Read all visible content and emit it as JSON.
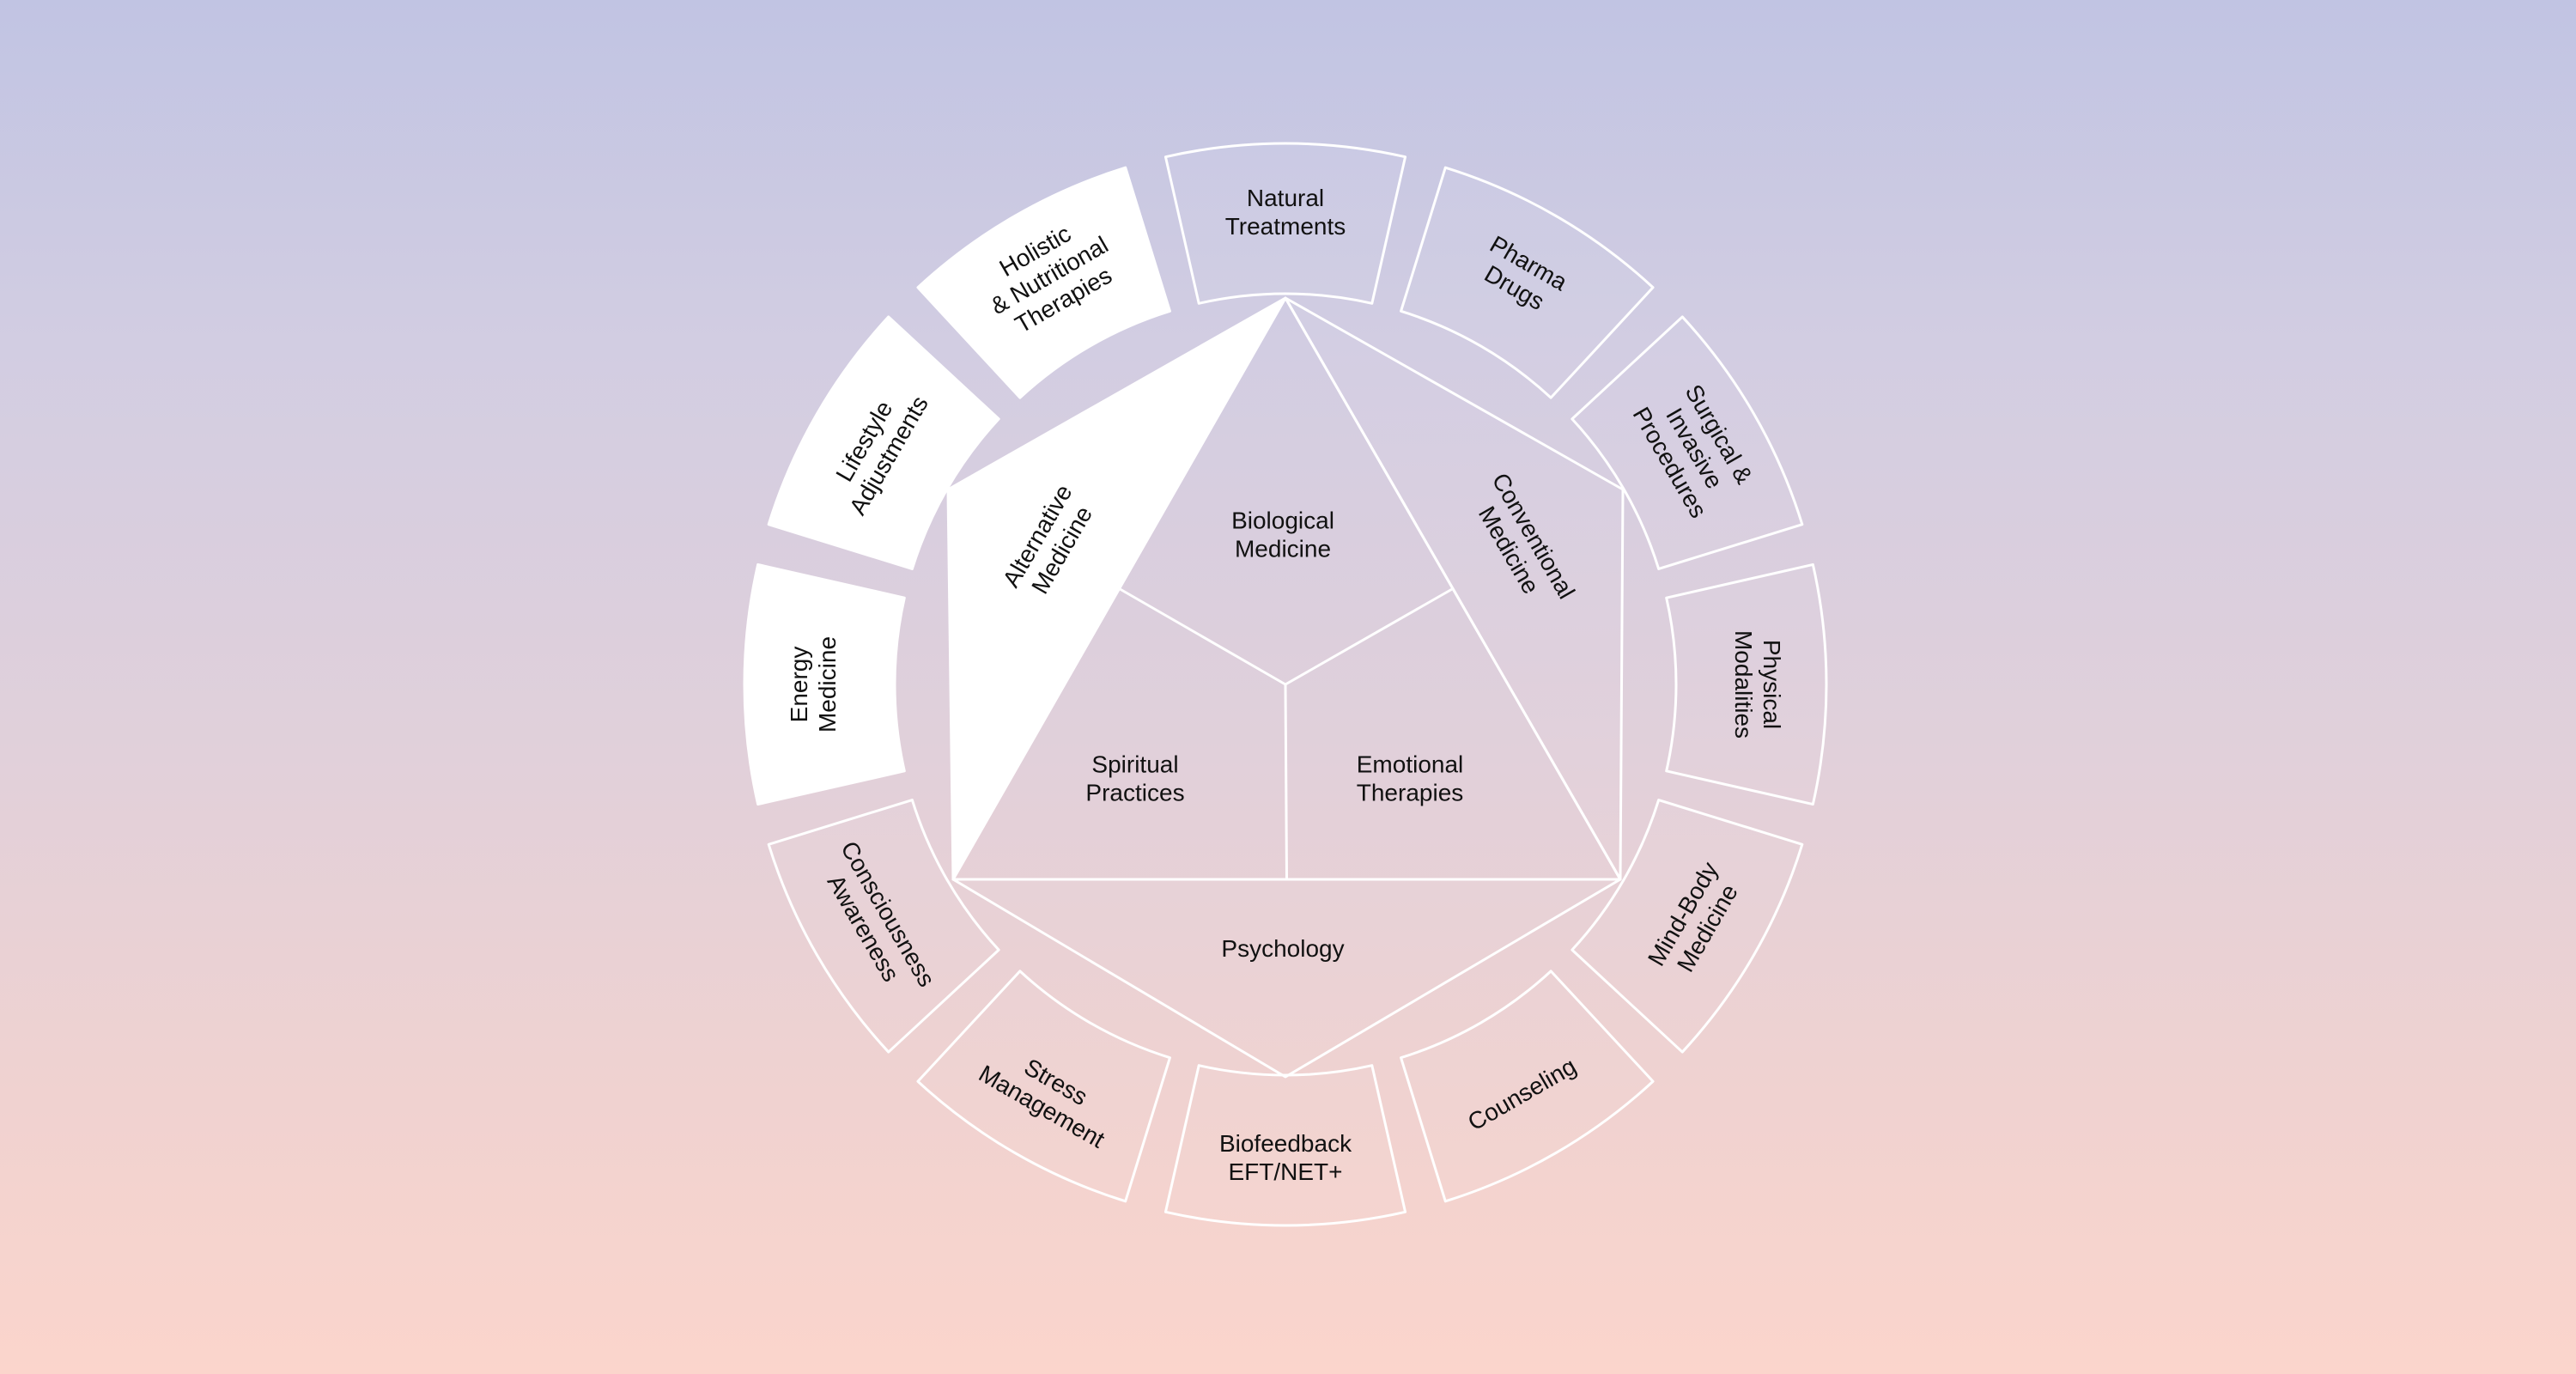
{
  "colors": {
    "background_top": "#c1c4e3",
    "background_bottom": "#fbd5cc",
    "outline": "#ffffff",
    "highlight_fill": "#ffffff",
    "text": "#111111"
  },
  "diagram": {
    "ring_segments": [
      {
        "id": "natural-treatments",
        "lines": [
          "Natural",
          "Treatments"
        ],
        "highlighted": false
      },
      {
        "id": "pharma-drugs",
        "lines": [
          "Pharma",
          "Drugs"
        ],
        "highlighted": false
      },
      {
        "id": "surgical-invasive-procedures",
        "lines": [
          "Surgical &",
          "Invasive",
          "Procedures"
        ],
        "highlighted": false
      },
      {
        "id": "physical-modalities",
        "lines": [
          "Physical",
          "Modalities"
        ],
        "highlighted": false
      },
      {
        "id": "mind-body-medicine",
        "lines": [
          "Mind-Body",
          "Medicine"
        ],
        "highlighted": false
      },
      {
        "id": "counseling",
        "lines": [
          "Counseling"
        ],
        "highlighted": false
      },
      {
        "id": "biofeedback-eft-net",
        "lines": [
          "Biofeedback",
          "EFT/NET+"
        ],
        "highlighted": false
      },
      {
        "id": "stress-management",
        "lines": [
          "Stress",
          "Management"
        ],
        "highlighted": false
      },
      {
        "id": "consciousness-awareness",
        "lines": [
          "Consciousness",
          "Awareness"
        ],
        "highlighted": false
      },
      {
        "id": "energy-medicine",
        "lines": [
          "Energy",
          "Medicine"
        ],
        "highlighted": true
      },
      {
        "id": "lifestyle-adjustments",
        "lines": [
          "Lifestyle",
          "Adjustments"
        ],
        "highlighted": true
      },
      {
        "id": "holistic-nutritional-therapies",
        "lines": [
          "Holistic",
          "& Nutritional",
          "Therapies"
        ],
        "highlighted": true
      }
    ],
    "outer_regions": [
      {
        "id": "alternative-medicine",
        "lines": [
          "Alternative",
          "Medicine"
        ],
        "highlighted": true
      },
      {
        "id": "conventional-medicine",
        "lines": [
          "Conventional",
          "Medicine"
        ],
        "highlighted": false
      },
      {
        "id": "psychology",
        "lines": [
          "Psychology"
        ],
        "highlighted": false
      }
    ],
    "inner_regions": [
      {
        "id": "biological-medicine",
        "lines": [
          "Biological",
          "Medicine"
        ]
      },
      {
        "id": "spiritual-practices",
        "lines": [
          "Spiritual",
          "Practices"
        ]
      },
      {
        "id": "emotional-therapies",
        "lines": [
          "Emotional",
          "Therapies"
        ]
      }
    ]
  }
}
